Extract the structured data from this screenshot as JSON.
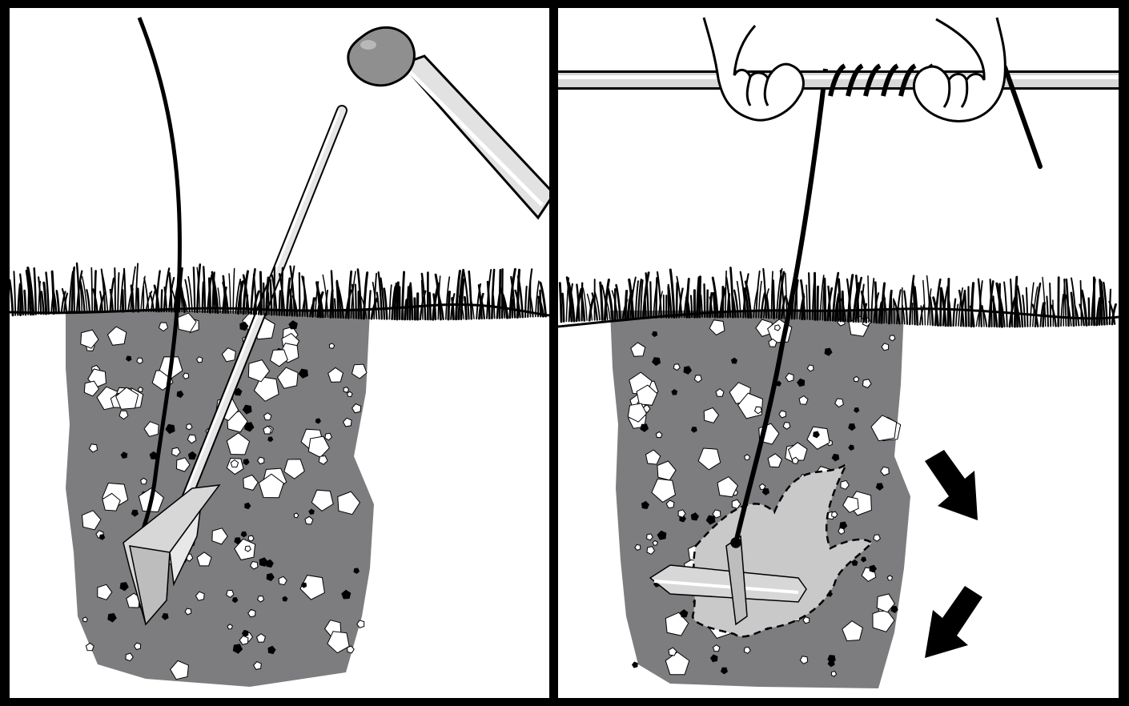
{
  "figure": {
    "panels": [
      {
        "id": "left",
        "depicts": "earth-anchor-driven-into-soil"
      },
      {
        "id": "right",
        "depicts": "anchor-set-by-pulling-cable"
      }
    ],
    "colors": {
      "frame": "#000000",
      "background": "#ffffff",
      "soil": "#7d7d7f",
      "stone_fill": "#ffffff",
      "pebble_dark": "#000000",
      "drive_rod": "#e6e6e6",
      "anchor_plate": "#d7d7d7",
      "disturbed_zone": "#c9c9c9",
      "hammer_head": "#8f8f8f",
      "handle_bar": "#e2e2e2"
    },
    "icons": [
      "hammer-icon",
      "hand-icon",
      "arrow-icon",
      "grass-icon"
    ]
  }
}
